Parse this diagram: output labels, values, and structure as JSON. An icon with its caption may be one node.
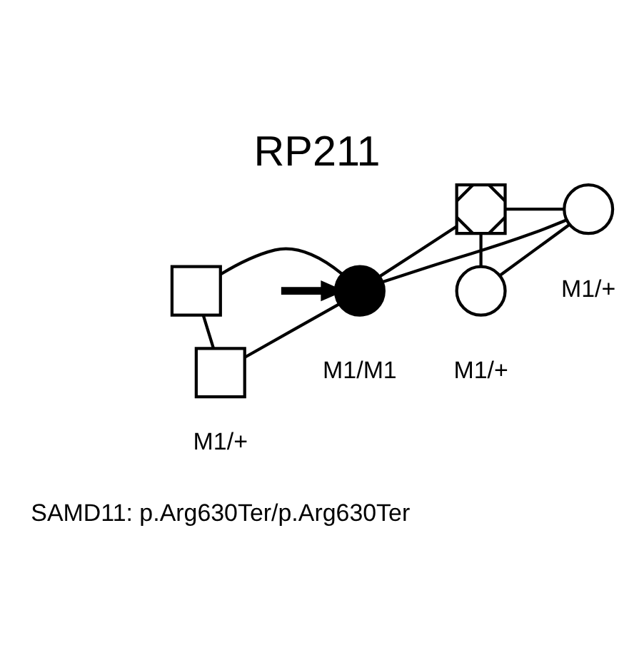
{
  "diagram": {
    "title": "RP211",
    "caption": "SAMD11: p.Arg630Ter/p.Arg630Ter",
    "nodes": [
      {
        "text": [],
        "shape": "box"
      },
      {
        "text": [],
        "shape": "circle",
        "beside": [
          "M1/+"
        ]
      },
      {
        "text": [],
        "shape": "box"
      },
      {
        "text": [],
        "shape": "circle",
        "beside": [
          "M1/M1"
        ]
      },
      {
        "text": [],
        "shape": "circle",
        "beside": [
          "M1/+"
        ]
      },
      {
        "text": [],
        "shape": "box",
        "beside": [
          "M1/+"
        ]
      }
    ],
    "edges": [
      {
        "from": 0,
        "to": 1,
        "arrow": "none"
      },
      {
        "from": 0,
        "to": 3,
        "arrow": "none"
      },
      {
        "from": 1,
        "to": 3,
        "arrow": "none"
      },
      {
        "from": 0,
        "to": 4,
        "arrow": "none"
      },
      {
        "from": 1,
        "to": 4,
        "arrow": "none"
      },
      {
        "from": 2,
        "to": 3,
        "arrow": "none"
      },
      {
        "from": 2,
        "to": 5,
        "arrow": "none"
      },
      {
        "from": 3,
        "to": 5,
        "arrow": "none"
      },
      {
        "from": null,
        "to": 3,
        "arrow": "to",
        "style": "thick"
      }
    ]
  }
}
